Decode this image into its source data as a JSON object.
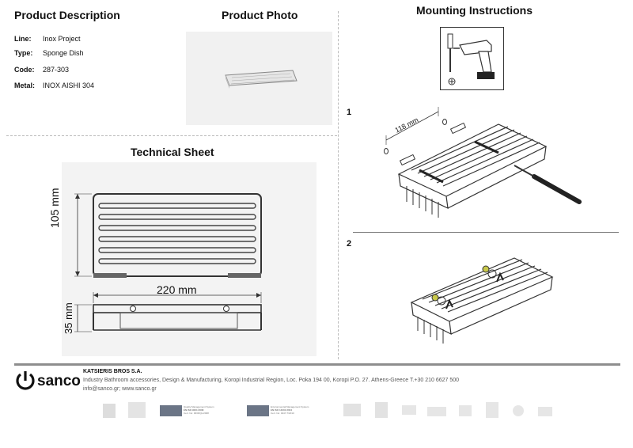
{
  "headings": {
    "description": "Product Description",
    "photo": "Product Photo",
    "mounting": "Mounting Instructions",
    "technical": "Technical Sheet"
  },
  "specs": [
    {
      "label": "Line:",
      "value": "Inox Project"
    },
    {
      "label": "Type:",
      "value": "Sponge Dish"
    },
    {
      "label": "Code:",
      "value": "287-303"
    },
    {
      "label": "Metal:",
      "value": "INOX AISHI 304"
    }
  ],
  "dimensions": {
    "width": "220 mm",
    "depth": "105 mm",
    "height": "35 mm"
  },
  "mounting": {
    "step1": "1",
    "step2": "2",
    "hole_spacing": "118 mm"
  },
  "footer": {
    "logo": "sanco",
    "company": "KATSIERIS BROS S.A.",
    "address": "Industry Bathroom accessories, Design & Manufacturing, Koropi Industrial Region, Loc. Poka 194 00, Koropi P.O. 27. Athens-Greece   T.+30 210 6627 500",
    "web": "info@sanco.gr; www.sanco.gr",
    "cert_quality": [
      "Quality Management System",
      "EN ISO 9001:2008",
      "Cert. No: 0036/QL/2008"
    ],
    "cert_env": [
      "Environmental Management System",
      "EN ISO 14001:2004",
      "Cert. No: 0447-7/2010"
    ]
  }
}
